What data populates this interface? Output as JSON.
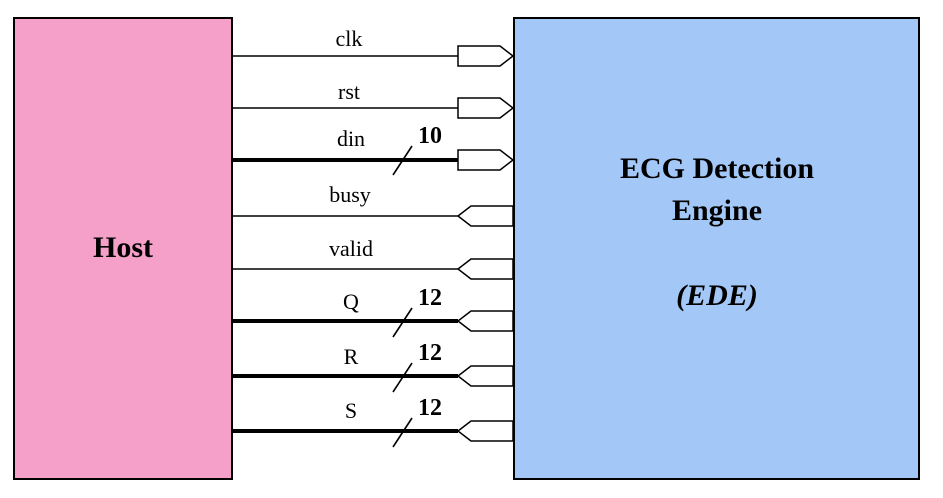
{
  "host": {
    "label": "Host",
    "color": "#f4a0c8"
  },
  "engine": {
    "title_line1": "ECG Detection",
    "title_line2": "Engine",
    "subtitle": "(EDE)",
    "color": "#a3c8f8"
  },
  "signals": [
    {
      "name": "clk",
      "direction": "in",
      "bus_width": ""
    },
    {
      "name": "rst",
      "direction": "in",
      "bus_width": ""
    },
    {
      "name": "din",
      "direction": "in",
      "bus_width": "10"
    },
    {
      "name": "busy",
      "direction": "out",
      "bus_width": ""
    },
    {
      "name": "valid",
      "direction": "out",
      "bus_width": ""
    },
    {
      "name": "Q",
      "direction": "out",
      "bus_width": "12"
    },
    {
      "name": "R",
      "direction": "out",
      "bus_width": "12"
    },
    {
      "name": "S",
      "direction": "out",
      "bus_width": "12"
    }
  ]
}
